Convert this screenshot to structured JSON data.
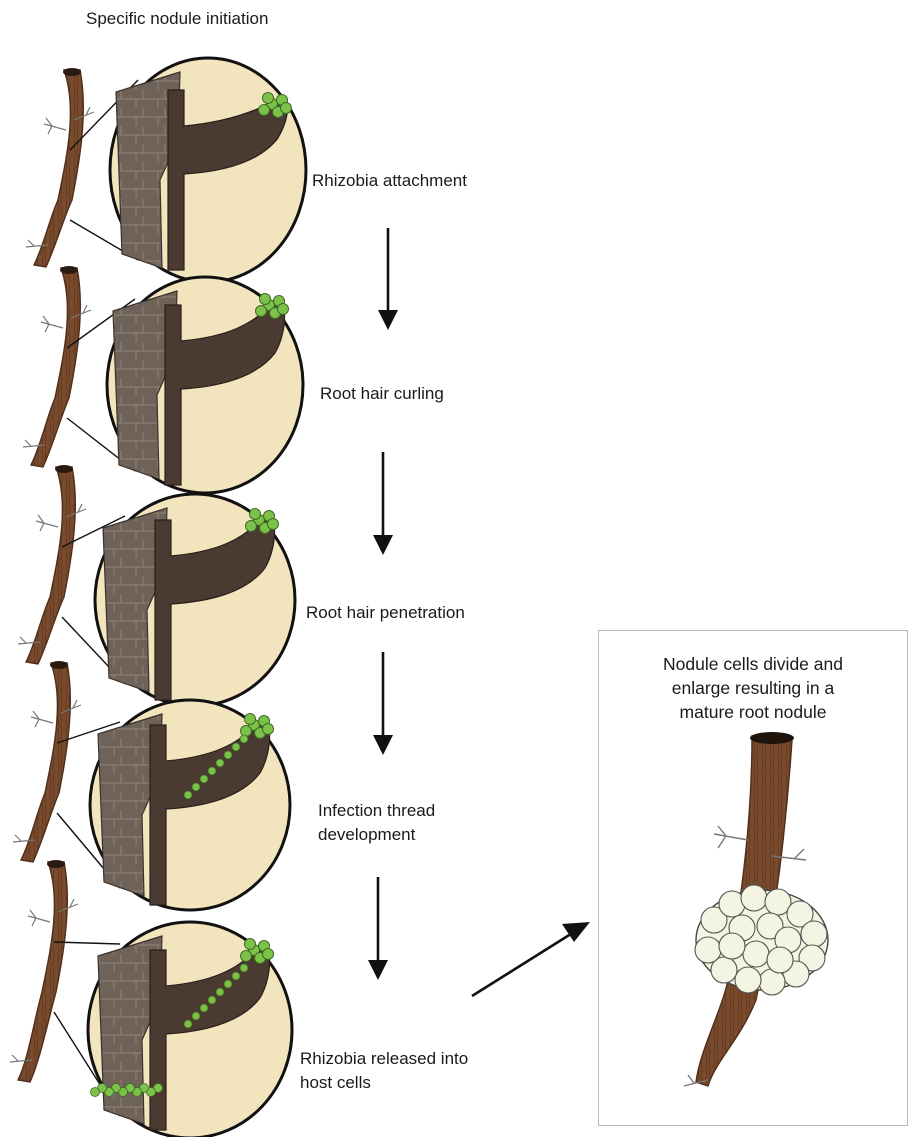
{
  "title": "Specific nodule initiation",
  "stages": [
    {
      "label": "Rhizobia attachment"
    },
    {
      "label": "Root hair curling"
    },
    {
      "label": "Root hair penetration"
    },
    {
      "label_lines": [
        "Infection thread",
        "development"
      ]
    },
    {
      "label_lines": [
        "Rhizobia released into",
        "host cells"
      ]
    }
  ],
  "mature_panel": {
    "lines": [
      "Nodule cells divide and",
      "enlarge resulting in a",
      "mature root nodule"
    ]
  },
  "colors": {
    "root": "#7a4a2c",
    "root_dark": "#4e2e1a",
    "circle_fill": "#f2e4bd",
    "epidermis": "#6d625a",
    "root_hair": "#4a3a31",
    "rhizobia": "#7cc24a",
    "nodule": "#f4f4e2",
    "arrow": "#111111"
  },
  "icons": [
    "root-icon",
    "root-hair-circle",
    "down-arrow-icon",
    "diagonal-arrow-icon",
    "nodule-icon"
  ]
}
